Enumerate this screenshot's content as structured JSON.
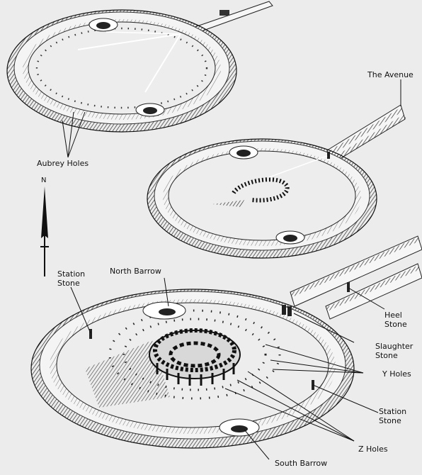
{
  "labels": {
    "avenue": "The Avenue",
    "aubrey_holes": "Aubrey Holes",
    "north": "N",
    "station_stone_left": "Station\nStone",
    "north_barrow": "North Barrow",
    "heel_stone": "Heel\nStone",
    "slaughter_stone": "Slaughter\nStone",
    "y_holes": "Y Holes",
    "station_stone_right": "Station\nStone",
    "z_holes": "Z Holes",
    "south_barrow": "South Barrow"
  },
  "colors": {
    "paper": "#ececec",
    "ink": "#111111",
    "bank": "#3a3a3a"
  }
}
